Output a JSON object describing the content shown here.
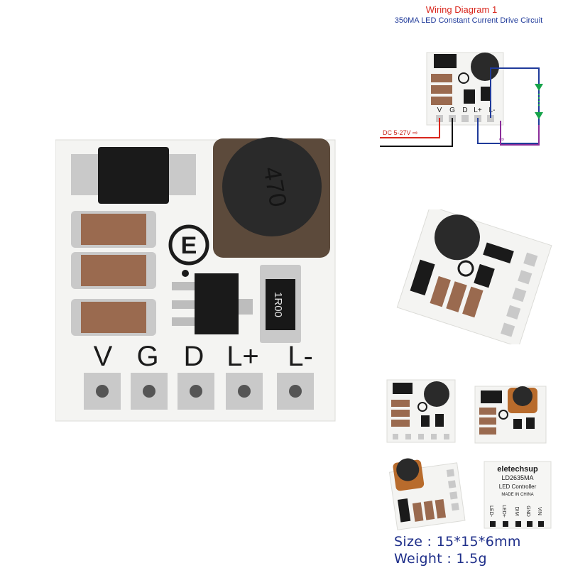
{
  "header": {
    "title": "Wiring Diagram 1",
    "subtitle": "350MA LED Constant Current Drive Circuit"
  },
  "board": {
    "pin_labels": [
      "V",
      "G",
      "D",
      "L+",
      "L-"
    ],
    "inductor_code": "470",
    "resistor_code": "1R00",
    "logo_letter": "E"
  },
  "wiring": {
    "supply_label": "DC 5-27V",
    "colors": {
      "positive": "#d9261c",
      "ground": "#111111",
      "led_plus": "#1f3a9a",
      "led_minus": "#8b2e9a",
      "led": "#16a34a"
    }
  },
  "back_board": {
    "brand": "eletechsup",
    "model": "LD2635MA",
    "desc": "LED Controller",
    "origin": "MADE IN CHINA",
    "pins": [
      "LED-",
      "LED+",
      "DIM",
      "GND",
      "VIN"
    ]
  },
  "specs": {
    "size": "Size : 15*15*6mm",
    "weight": "Weight : 1.5g"
  },
  "colors": {
    "pcb": "#f4f4f2",
    "capacitor": "#9a6a4f",
    "solder": "#c9c9c9",
    "inductor": "#2a2a2a",
    "chip": "#1a1a1a"
  }
}
